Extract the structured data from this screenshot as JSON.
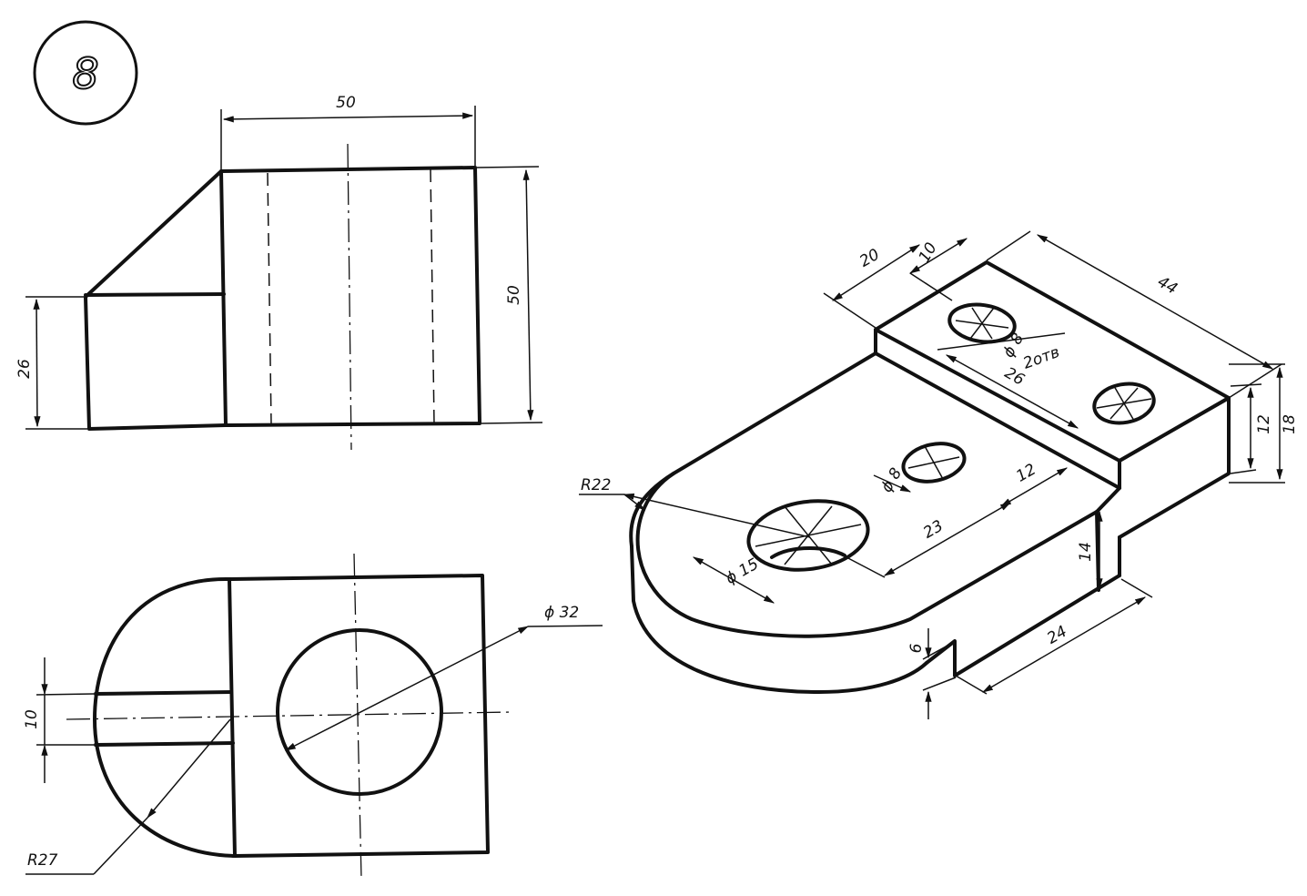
{
  "sheet_number": "8",
  "front_view": {
    "dim_width": "50",
    "dim_height": "50",
    "dim_step": "26"
  },
  "top_view": {
    "dim_hole": "ϕ 32",
    "dim_slot": "10",
    "dim_radius": "R27"
  },
  "iso_view": {
    "dim_20": "20",
    "dim_10": "10",
    "dim_44": "44",
    "dim_hole_small": "ϕ 8",
    "dim_holes_count": "2отв",
    "dim_26": "26",
    "dim_12_h": "12",
    "dim_18": "18",
    "dim_hole_mid": "ϕ 8",
    "dim_12_d": "12",
    "dim_r22": "R22",
    "dim_23": "23",
    "dim_hole_big": "ϕ 15",
    "dim_14": "14",
    "dim_24": "24",
    "dim_6": "6"
  }
}
